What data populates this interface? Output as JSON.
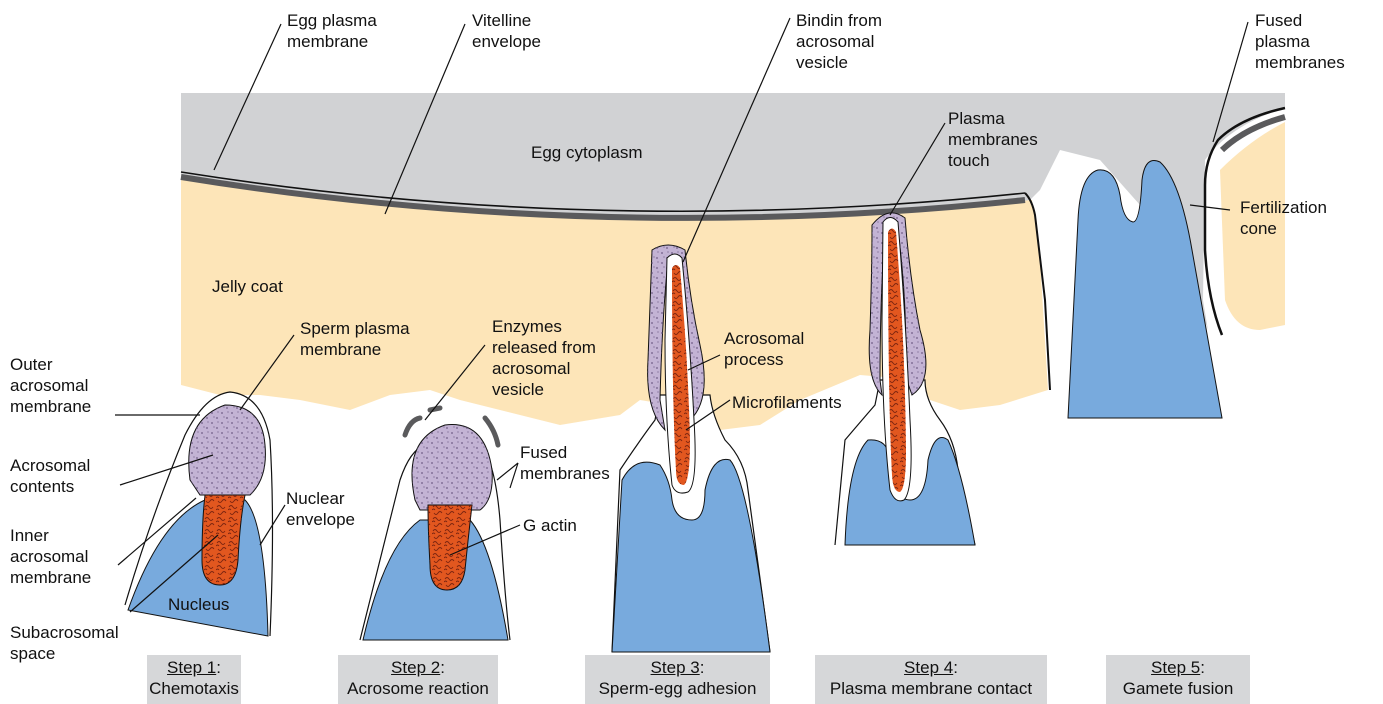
{
  "labels": {
    "egg_plasma_membrane": [
      "Egg plasma",
      "membrane"
    ],
    "vitelline_envelope": [
      "Vitelline",
      "envelope"
    ],
    "bindin": [
      "Bindin from",
      "acrosomal",
      "vesicle"
    ],
    "fused_plasma_membranes": [
      "Fused",
      "plasma",
      "membranes"
    ],
    "egg_cytoplasm": [
      "Egg cytoplasm"
    ],
    "plasma_membranes_touch": [
      "Plasma",
      "membranes",
      "touch"
    ],
    "fertilization_cone": [
      "Fertilization",
      "cone"
    ],
    "jelly_coat": [
      "Jelly coat"
    ],
    "sperm_plasma_membrane": [
      "Sperm plasma",
      "membrane"
    ],
    "enzymes_released": [
      "Enzymes",
      "released from",
      "acrosomal",
      "vesicle"
    ],
    "acrosomal_process": [
      "Acrosomal",
      "process"
    ],
    "microfilaments": [
      "Microfilaments"
    ],
    "outer_acrosomal_membrane": [
      "Outer",
      "acrosomal",
      "membrane"
    ],
    "acrosomal_contents": [
      "Acrosomal",
      "contents"
    ],
    "nuclear_envelope": [
      "Nuclear",
      "envelope"
    ],
    "fused_membranes": [
      "Fused",
      "membranes"
    ],
    "g_actin": [
      "G actin"
    ],
    "inner_acrosomal_membrane": [
      "Inner",
      "acrosomal",
      "membrane"
    ],
    "nucleus": [
      "Nucleus"
    ],
    "subacrosomal_space": [
      "Subacrosomal",
      "space"
    ]
  },
  "steps": [
    {
      "num": "Step 1",
      "name": "Chemotaxis"
    },
    {
      "num": "Step 2",
      "name": "Acrosome reaction"
    },
    {
      "num": "Step 3",
      "name": "Sperm-egg adhesion"
    },
    {
      "num": "Step 4",
      "name": "Plasma membrane contact"
    },
    {
      "num": "Step 5",
      "name": "Gamete fusion"
    }
  ],
  "colors": {
    "egg_cytoplasm": "#d1d2d4",
    "jelly_coat": "#fde5b8",
    "nucleus": "#78aadd",
    "acrosome": "#c3b3d4",
    "actin": "#e2571f",
    "membrane": "#5a5a5c",
    "step_box": "#d6d7d9"
  }
}
